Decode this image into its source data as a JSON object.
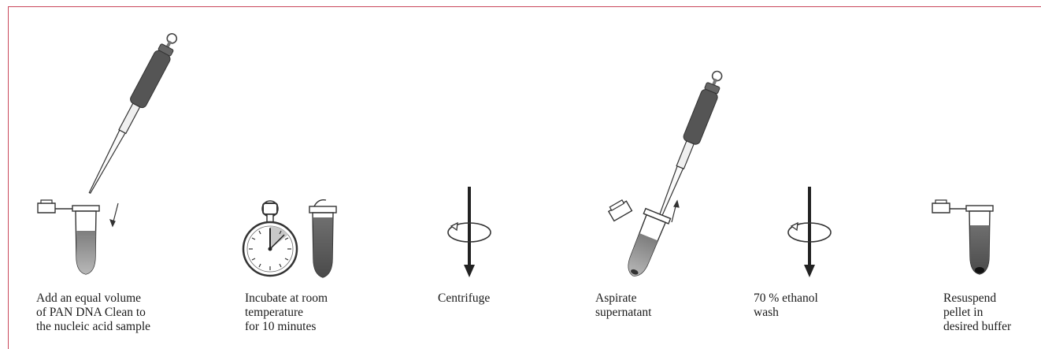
{
  "steps": [
    {
      "caption": "Add an equal volume\nof PAN DNA Clean to\nthe nucleic acid sample"
    },
    {
      "caption": "Incubate at room\ntemperature\nfor 10 minutes"
    },
    {
      "caption": "Centrifuge"
    },
    {
      "caption": "Aspirate\nsupernatant"
    },
    {
      "caption": "70 % ethanol\nwash"
    },
    {
      "caption": "Resuspend\npellet in\ndesired buffer"
    }
  ],
  "colors": {
    "frame": "#c9485b",
    "ink": "#1a1a1a",
    "pipette": "#555555",
    "liquid": "#8a8a8a"
  }
}
